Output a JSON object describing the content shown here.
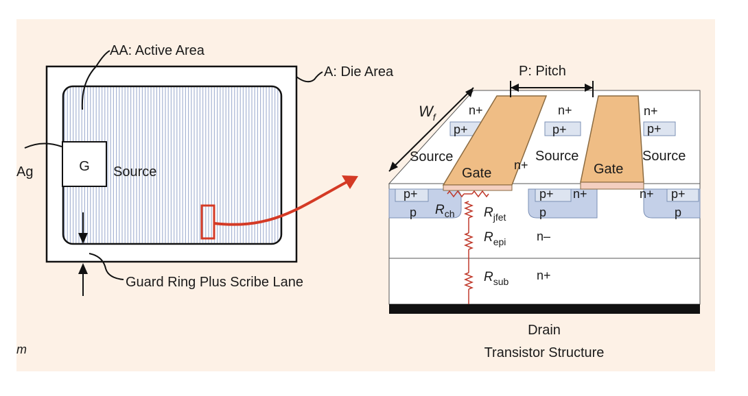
{
  "colors": {
    "panel_bg": "#fdf1e6",
    "die_border": "#111111",
    "stripe": "#a7b4d3",
    "gate_fill": "#efbd85",
    "p_region": "#c4d0e8",
    "p_plus_region": "#dde4f0",
    "arrow_red": "#d43a25",
    "resistor": "#c0392b",
    "drain_metal": "#111111"
  },
  "die_diagram": {
    "active_area_label": "AA: Active Area",
    "die_area_label": "A: Die Area",
    "gate_pad_label": "G",
    "gate_area_label": "Ag",
    "source_label": "Source",
    "guard_ring_label": "Guard Ring Plus Scribe Lane",
    "corner_fragment": "m"
  },
  "transistor_structure": {
    "pitch_label": "P: Pitch",
    "width_symbol": "W",
    "width_subscript": "f",
    "source_label": "Source",
    "gate_label": "Gate",
    "n_plus": "n+",
    "p_plus": "p+",
    "p": "p",
    "n_minus": "n–",
    "r_symbol": "R",
    "r_ch_sub": "ch",
    "r_jfet_sub": "jfet",
    "r_epi_sub": "epi",
    "r_sub_sub": "sub",
    "drain_label": "Drain",
    "caption": "Transistor Structure"
  }
}
